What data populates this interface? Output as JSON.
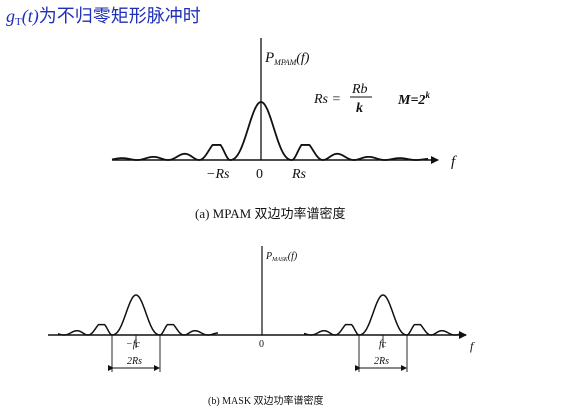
{
  "heading": {
    "g": "g",
    "sub": "T",
    "args": "(t)",
    "text": "为不归零矩形脉冲时"
  },
  "diagram_a": {
    "psd_label": "P",
    "psd_sub": "MPAM",
    "psd_arg": "(f)",
    "formula_rs": "Rs =",
    "formula_num": "Rb",
    "formula_den": "k",
    "formula_m": "M=2",
    "formula_m_exp": "k",
    "tick_neg": "−Rs",
    "tick_zero": "0",
    "tick_pos": "Rs",
    "axis_f": "f",
    "caption": "(a) MPAM 双边功率谱密度"
  },
  "diagram_b": {
    "psd_label": "P",
    "psd_sub": "MASK",
    "psd_arg": "(f)",
    "tick_neg": "−fc",
    "tick_zero": "0",
    "tick_pos": "fc",
    "width_left": "2Rs",
    "width_right": "2Rs",
    "axis_f": "f",
    "caption": "(b) MASK 双边功率谱密度"
  }
}
